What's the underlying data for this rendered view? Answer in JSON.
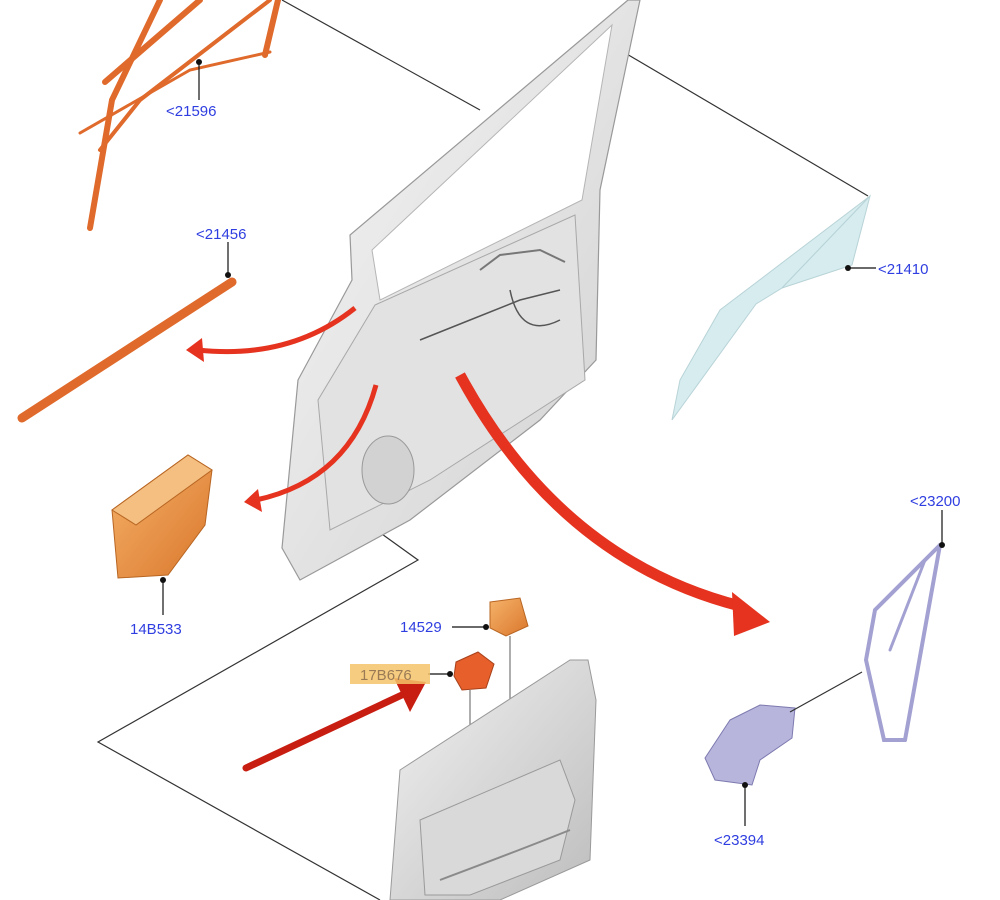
{
  "parts": [
    {
      "id": "21596",
      "label": "<21596"
    },
    {
      "id": "21456",
      "label": "<21456"
    },
    {
      "id": "21410",
      "label": "<21410"
    },
    {
      "id": "14B533",
      "label": "14B533"
    },
    {
      "id": "14529",
      "label": "14529"
    },
    {
      "id": "17B676",
      "label": "17B676",
      "highlighted": true
    },
    {
      "id": "23200",
      "label": "<23200"
    },
    {
      "id": "23394",
      "label": "<23394"
    }
  ],
  "colors": {
    "label_text": "#2f3ee0",
    "highlight_bg": "#f5c46a",
    "part_orange": "#e9873f",
    "arrow_red": "#e5331f",
    "glass": "#d6ecef",
    "regulator": "#b7b5dc"
  },
  "icons": [
    "red-arrow-icon",
    "leader-dot-icon"
  ]
}
